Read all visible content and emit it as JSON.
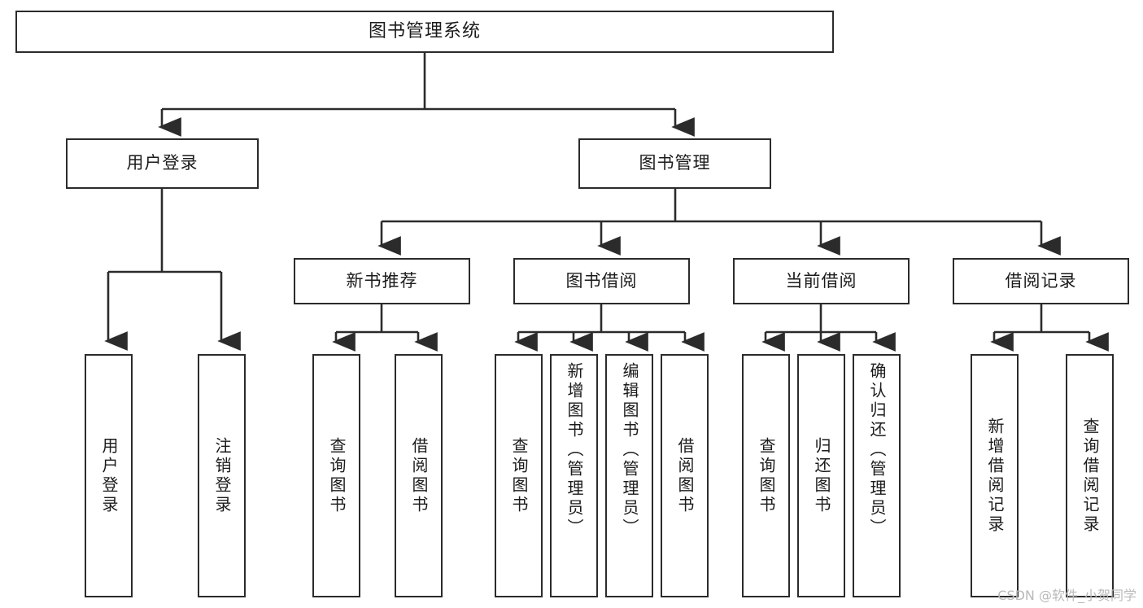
{
  "diagram": {
    "title": "图书管理系统",
    "type": "功能结构图",
    "root": {
      "label": "图书管理系统"
    },
    "level2": [
      {
        "label": "用户登录"
      },
      {
        "label": "图书管理"
      }
    ],
    "level3": [
      {
        "label": "新书推荐"
      },
      {
        "label": "图书借阅"
      },
      {
        "label": "当前借阅"
      },
      {
        "label": "借阅记录"
      }
    ],
    "leaves": [
      {
        "label": "用户登录",
        "parent": "用户登录"
      },
      {
        "label": "注销登录",
        "parent": "用户登录"
      },
      {
        "label": "查询图书",
        "parent": "新书推荐"
      },
      {
        "label": "借阅图书",
        "parent": "新书推荐"
      },
      {
        "label": "查询图书",
        "parent": "图书借阅"
      },
      {
        "label": "新增图书（管理员）",
        "parent": "图书借阅"
      },
      {
        "label": "编辑图书（管理员）",
        "parent": "图书借阅"
      },
      {
        "label": "借阅图书",
        "parent": "图书借阅"
      },
      {
        "label": "查询图书",
        "parent": "当前借阅"
      },
      {
        "label": "归还图书",
        "parent": "当前借阅"
      },
      {
        "label": "确认归还（管理员）",
        "parent": "当前借阅"
      },
      {
        "label": "新增借阅记录",
        "parent": "借阅记录"
      },
      {
        "label": "查询借阅记录",
        "parent": "借阅记录"
      }
    ],
    "watermark": "CSDN @软件_小贺同学",
    "colors": {
      "border": "#2b2b2b",
      "text": "#1b1b1b",
      "background": "#ffffff",
      "edge": "#2b2b2b",
      "watermark": "#b9b9b9"
    }
  }
}
